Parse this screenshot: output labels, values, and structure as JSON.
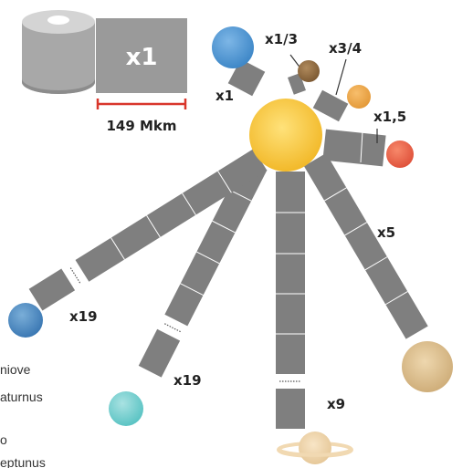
{
  "legend": {
    "roll_multiplier": "x1",
    "scale_label": "149 Mkm"
  },
  "multipliers": {
    "jupiter": "x5",
    "saturn": "x9",
    "uranus": "x19",
    "neptune": "x19",
    "earth": "x1",
    "mercury": "x1/3",
    "venus": "x3/4",
    "mars": "x1,5"
  },
  "side_text": {
    "line1": "niove",
    "line2": "aturnus",
    "line3": "o",
    "line4": "eptunus"
  },
  "colors": {
    "roll_gray": "#9a9a9a",
    "segment_gray": "#7f7f7f",
    "sun": "#f6c945",
    "scale_red": "#d9362b"
  }
}
